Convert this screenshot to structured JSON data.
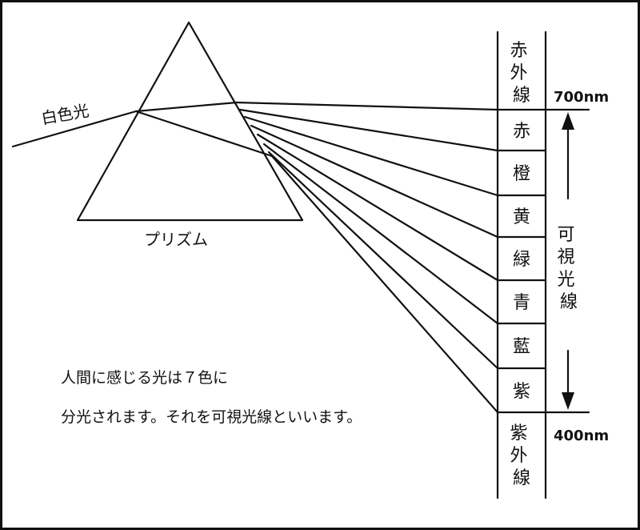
{
  "labels": {
    "white_light": "白色光",
    "prism": "プリズム",
    "upper_wavelength": "700nm",
    "lower_wavelength": "400nm",
    "visible_light": "可視光線"
  },
  "spectrum": [
    {
      "label": "赤外線"
    },
    {
      "label": "赤"
    },
    {
      "label": "橙"
    },
    {
      "label": "黄"
    },
    {
      "label": "緑"
    },
    {
      "label": "青"
    },
    {
      "label": "藍"
    },
    {
      "label": "紫"
    },
    {
      "label": "紫外線"
    }
  ],
  "caption": {
    "line1": "人間に感じる光は７色に",
    "line2": "分光されます。それを可視光線といいます。"
  }
}
